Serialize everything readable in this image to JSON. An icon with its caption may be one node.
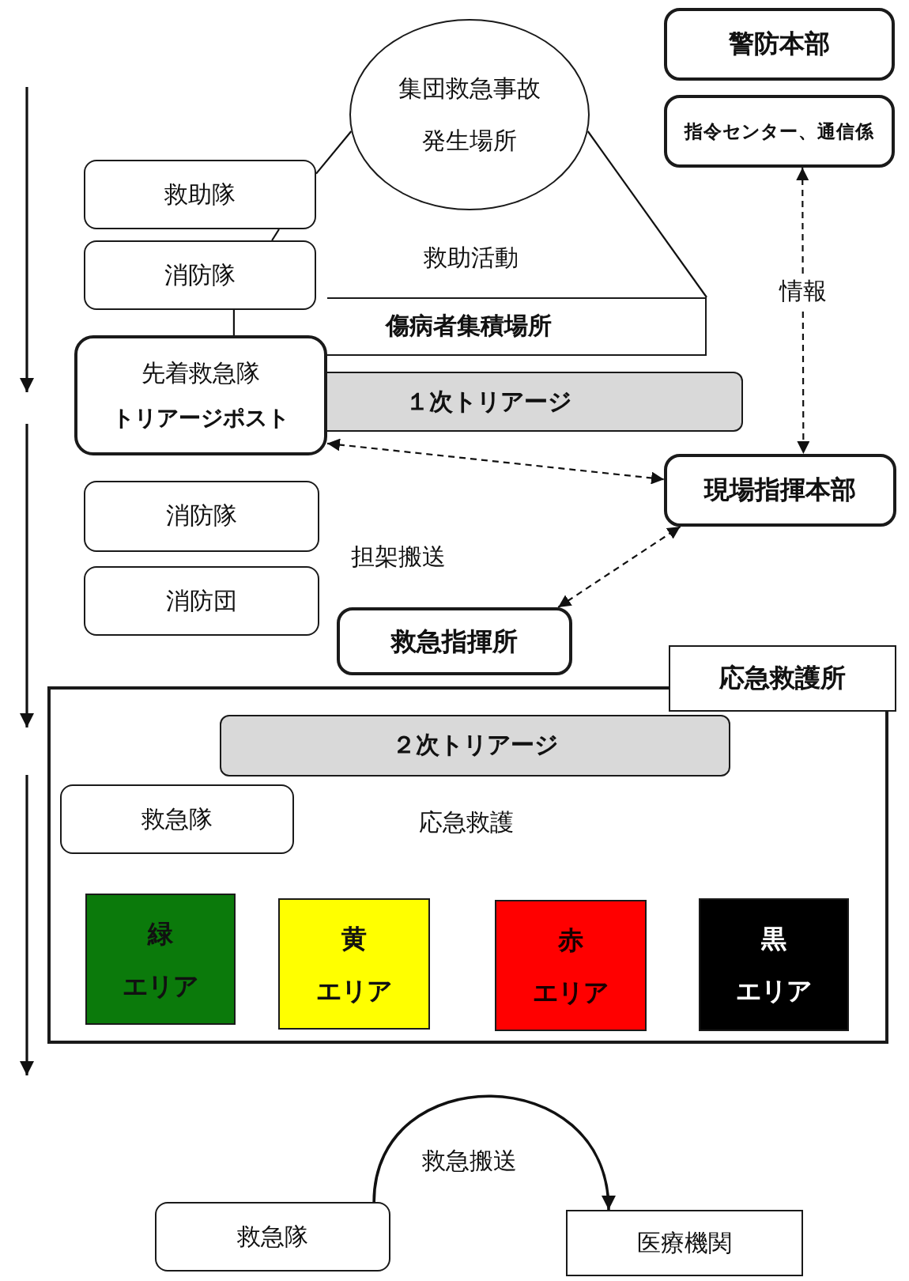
{
  "diagram": {
    "nodes": [
      {
        "text": [
          "警防本部"
        ]
      },
      {
        "text": [
          "指令センター、通信係"
        ]
      },
      {
        "text": [
          "集団救急事故発生場所"
        ]
      },
      {
        "text": [
          "救助隊"
        ]
      },
      {
        "text": [
          "消防隊"
        ]
      },
      {
        "text": [
          "傷病者集積場所"
        ]
      },
      {
        "text": [
          "先着救急隊",
          "トリアージポスト"
        ]
      },
      {
        "text": [
          "１次トリアージ"
        ]
      },
      {
        "text": [
          "現場指揮本部"
        ]
      },
      {
        "text": [
          "消防隊"
        ]
      },
      {
        "text": [
          "消防団"
        ]
      },
      {
        "text": [
          "救急指揮所"
        ]
      },
      {
        "text": [
          "応急救護所"
        ]
      },
      {
        "text": [],
        "shape": "box"
      },
      {
        "text": [
          "２次トリアージ"
        ],
        "in": 13
      },
      {
        "text": [
          "救急隊"
        ],
        "in": 13
      },
      {
        "text": [
          "緑",
          "エリア"
        ],
        "in": 13
      },
      {
        "text": [
          "黄",
          "エリア"
        ],
        "in": 13
      },
      {
        "text": [
          "赤",
          "エリア"
        ],
        "in": 13
      },
      {
        "text": [
          "黒",
          "エリア"
        ],
        "in": 13
      },
      {
        "text": [
          "救急隊"
        ]
      },
      {
        "text": [
          "医療機関"
        ]
      }
    ],
    "edges": [
      {
        "from": 2,
        "to": 3,
        "arrow": "none"
      },
      {
        "from": 3,
        "to": 4,
        "arrow": "none"
      },
      {
        "from": 4,
        "to": 6,
        "arrow": "none"
      },
      {
        "from": 2,
        "to": 5,
        "arrow": "none"
      },
      {
        "from": 1,
        "to": 8,
        "arrow": "both",
        "style": "dashed",
        "label": "情報"
      },
      {
        "from": 6,
        "to": 8,
        "arrow": "both",
        "style": "dashed"
      },
      {
        "from": 11,
        "to": 8,
        "arrow": "both",
        "style": "dashed"
      },
      {
        "from": 20,
        "to": 21,
        "arrow": "to",
        "label": "救急搬送"
      }
    ],
    "labels": [
      "救助活動",
      "担架搬送",
      "応急救護"
    ]
  }
}
